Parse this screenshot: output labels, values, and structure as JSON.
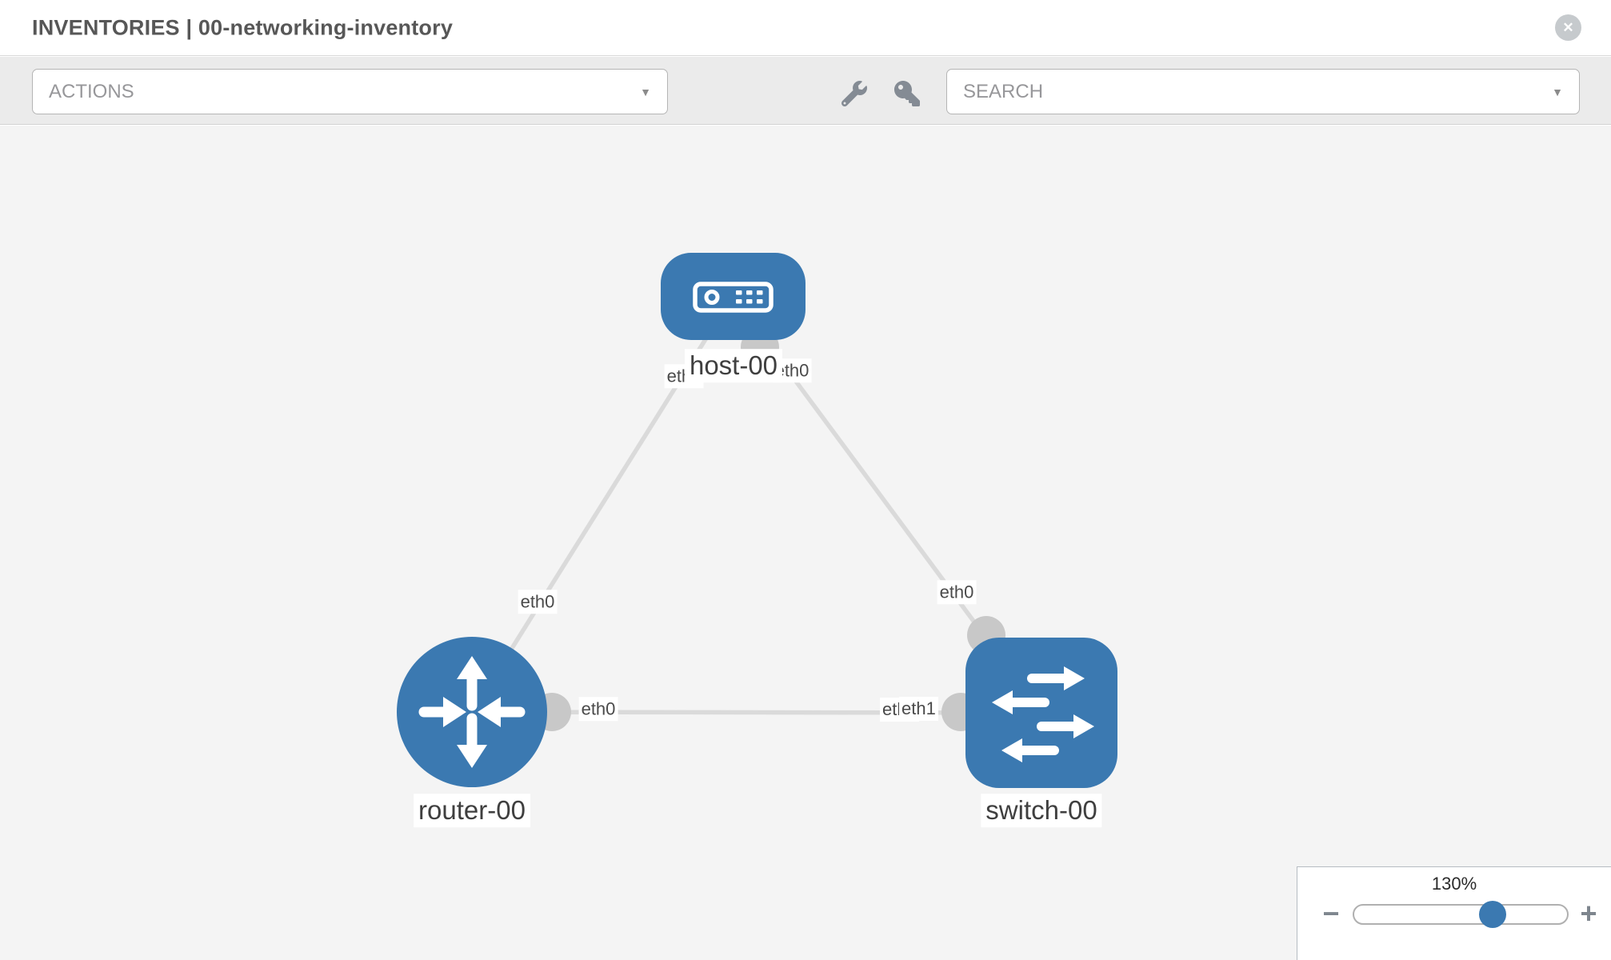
{
  "header": {
    "title": "INVENTORIES | 00-networking-inventory"
  },
  "icons": {
    "close": "✕",
    "caret": "▼",
    "minus": "−",
    "plus": "+"
  },
  "toolbar": {
    "actions_label": "ACTIONS",
    "search_placeholder": "SEARCH"
  },
  "graph": {
    "nodes": [
      {
        "id": "host-00",
        "type": "host",
        "label": "host-00"
      },
      {
        "id": "router-00",
        "type": "router",
        "label": "router-00"
      },
      {
        "id": "switch-00",
        "type": "switch",
        "label": "switch-00"
      }
    ],
    "links": [
      {
        "source": "host-00",
        "target": "router-00",
        "source_interface": "eth0",
        "target_interface": "eth0"
      },
      {
        "source": "host-00",
        "target": "switch-00",
        "source_interface": "eth0",
        "target_interface": "eth0"
      },
      {
        "source": "router-00",
        "target": "switch-00",
        "source_interface": "eth0",
        "target_interface": "eth1",
        "overlapped_interface": "eth0"
      }
    ]
  },
  "zoom_control": {
    "level": "130%"
  },
  "colors": {
    "node_blue": "#3b79b1",
    "link_gray": "#dadada",
    "interface_dot_gray": "#c8c8c8",
    "canvas_bg": "#f4f4f4",
    "toolbar_bg": "#ebebeb"
  }
}
